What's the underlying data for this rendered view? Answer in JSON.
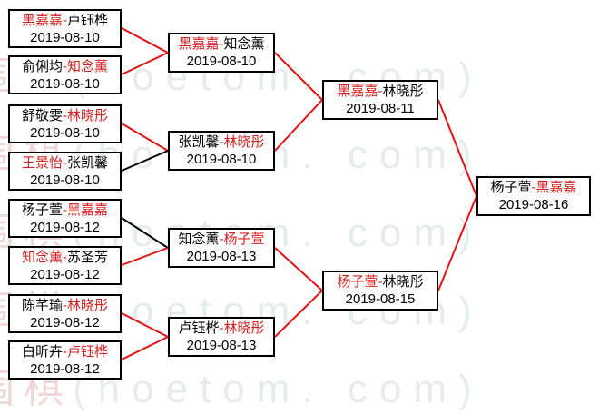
{
  "diagram_type": "tournament-bracket",
  "separator": "-",
  "watermark": {
    "cjk": "围棋",
    "latin": "(hoetom. com)"
  },
  "colors": {
    "highlight_red": "#d42020",
    "text_black": "#000000",
    "line_red": "#e31212",
    "line_black": "#000000",
    "box_border": "#000000",
    "background": "#ffffff",
    "watermark_pink": "#d69696"
  },
  "rounds": [
    {
      "matches": [
        {
          "p1": "黑嘉嘉",
          "p1_color": "red",
          "p2": "卢钰桦",
          "p2_color": "black",
          "date": "2019-08-10"
        },
        {
          "p1": "俞俐均",
          "p1_color": "black",
          "p2": "知念薰",
          "p2_color": "red",
          "date": "2019-08-10"
        },
        {
          "p1": "舒敬雯",
          "p1_color": "black",
          "p2": "林晓彤",
          "p2_color": "red",
          "date": "2019-08-10"
        },
        {
          "p1": "王景怡",
          "p1_color": "red",
          "p2": "张凯馨",
          "p2_color": "black",
          "date": "2019-08-10"
        },
        {
          "p1": "杨子萱",
          "p1_color": "black",
          "p2": "黑嘉嘉",
          "p2_color": "red",
          "date": "2019-08-12"
        },
        {
          "p1": "知念薰",
          "p1_color": "red",
          "p2": "苏圣芳",
          "p2_color": "black",
          "date": "2019-08-12"
        },
        {
          "p1": "陈芊瑜",
          "p1_color": "black",
          "p2": "林晓彤",
          "p2_color": "red",
          "date": "2019-08-12"
        },
        {
          "p1": "白昕卉",
          "p1_color": "black",
          "p2": "卢钰桦",
          "p2_color": "red",
          "date": "2019-08-12"
        }
      ]
    },
    {
      "matches": [
        {
          "p1": "黑嘉嘉",
          "p1_color": "red",
          "p2": "知念薰",
          "p2_color": "black",
          "date": "2019-08-10"
        },
        {
          "p1": "张凯馨",
          "p1_color": "black",
          "p2": "林晓彤",
          "p2_color": "red",
          "date": "2019-08-10"
        },
        {
          "p1": "知念薰",
          "p1_color": "black",
          "p2": "杨子萱",
          "p2_color": "red",
          "date": "2019-08-13"
        },
        {
          "p1": "卢钰桦",
          "p1_color": "black",
          "p2": "林晓彤",
          "p2_color": "red",
          "date": "2019-08-13"
        }
      ]
    },
    {
      "matches": [
        {
          "p1": "黑嘉嘉",
          "p1_color": "red",
          "p2": "林晓彤",
          "p2_color": "black",
          "date": "2019-08-11"
        },
        {
          "p1": "杨子萱",
          "p1_color": "red",
          "p2": "林晓彤",
          "p2_color": "black",
          "date": "2019-08-15"
        }
      ]
    },
    {
      "matches": [
        {
          "p1": "杨子萱",
          "p1_color": "black",
          "p2": "黑嘉嘉",
          "p2_color": "red",
          "date": "2019-08-16"
        }
      ]
    }
  ],
  "connectors": [
    {
      "color": "red"
    },
    {
      "color": "red"
    },
    {
      "color": "red"
    },
    {
      "color": "black"
    },
    {
      "color": "black"
    },
    {
      "color": "red"
    },
    {
      "color": "red"
    },
    {
      "color": "red"
    },
    {
      "color": "red"
    },
    {
      "color": "red"
    },
    {
      "color": "red"
    },
    {
      "color": "red"
    },
    {
      "color": "red"
    },
    {
      "color": "red"
    }
  ]
}
